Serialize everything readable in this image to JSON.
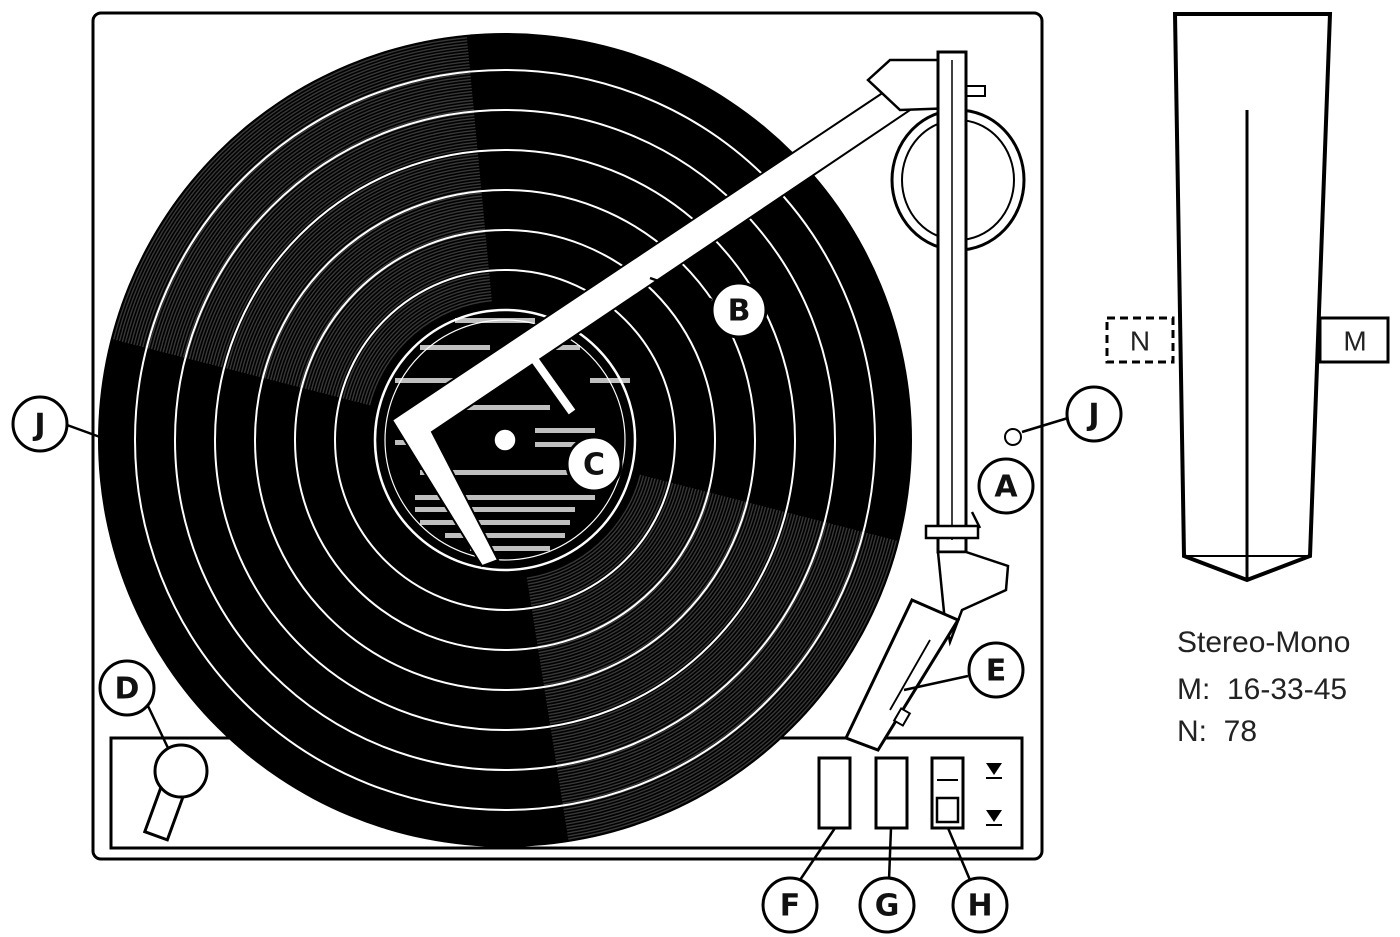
{
  "callouts": {
    "a": "A",
    "b": "B",
    "c": "C",
    "d": "D",
    "e": "E",
    "f": "F",
    "g": "G",
    "h": "H",
    "j_left": "J",
    "j_right": "J"
  },
  "speed_selector": {
    "n_label": "N",
    "m_label": "M"
  },
  "legend": {
    "line1": "Stereo-Mono",
    "line2": "M:  16-33-45",
    "line3": "N:  78"
  },
  "colors": {
    "ink": "#000000",
    "paper": "#ffffff"
  }
}
